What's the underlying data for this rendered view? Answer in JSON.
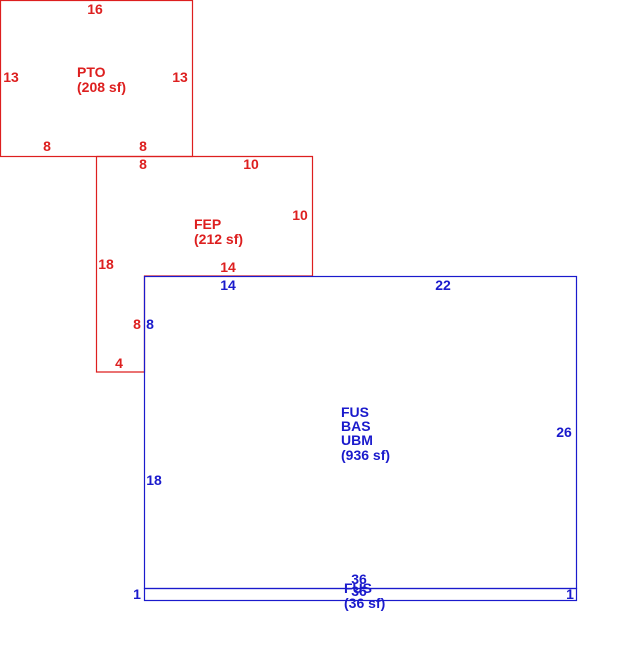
{
  "colors": {
    "red": "#dd1f1f",
    "blue": "#1a1acc"
  },
  "sketch": {
    "pto": {
      "code": "PTO",
      "area": "(208 sf)",
      "dims": {
        "top": "16",
        "left": "13",
        "right": "13",
        "bottom_left": "8",
        "bottom_right": "8"
      }
    },
    "fep": {
      "code": "FEP",
      "area": "(212 sf)",
      "dims": {
        "top_left": "8",
        "top_right": "10",
        "right": "10",
        "left": "18",
        "bottom_mid": "14",
        "inner_vertical": "8",
        "bottom": "4"
      }
    },
    "main": {
      "codes": [
        "FUS",
        "BAS",
        "UBM"
      ],
      "area": "(936 sf)",
      "dims": {
        "top_left": "14",
        "top_right": "22",
        "right": "26",
        "left": "18",
        "upper_left": "8"
      }
    },
    "strip": {
      "code": "FUS",
      "area": "(36 sf)",
      "dims": {
        "top": "36",
        "bottom": "36",
        "left": "1",
        "right": "1"
      }
    }
  }
}
